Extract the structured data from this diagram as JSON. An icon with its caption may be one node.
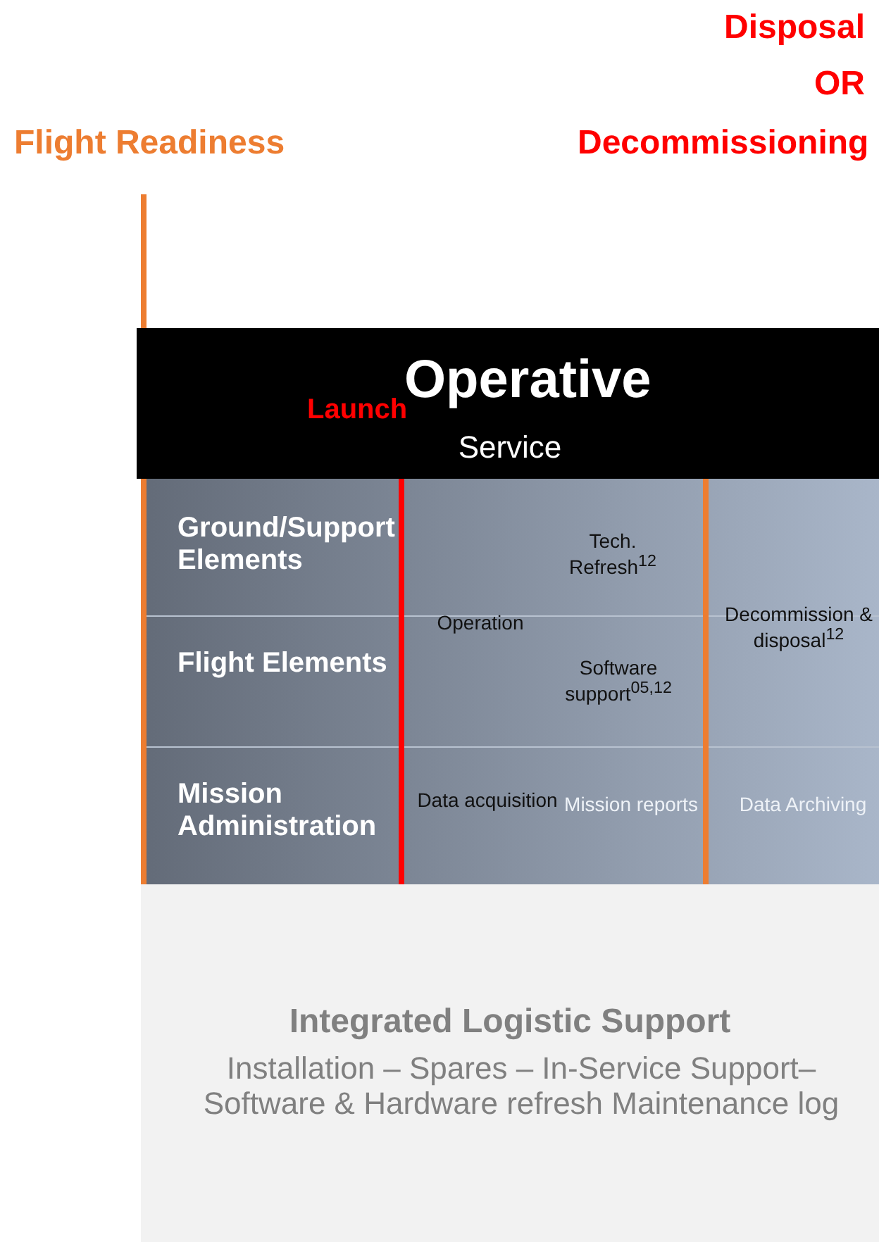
{
  "diagram": {
    "nodes": [
      {
        "text": [
          "Operative",
          "Service"
        ]
      },
      {
        "text": [
          "Integrated Logistic Support",
          "Installation – Spares – In-Service Support– Software & Hardware refresh Maintenance log"
        ]
      }
    ],
    "labels": [
      "Disposal",
      "OR",
      "Flight Readiness",
      "Decommissioning",
      "Launch",
      "Ground/Support Elements",
      "Tech. Refresh$^{12}$",
      "Operation",
      "Decommission & disposal$^{12}$",
      "Flight Elements",
      "Software support$^{05,12}$",
      "Mission Administration",
      "Data acquisition",
      "Mission reports",
      "Data Archiving"
    ]
  }
}
